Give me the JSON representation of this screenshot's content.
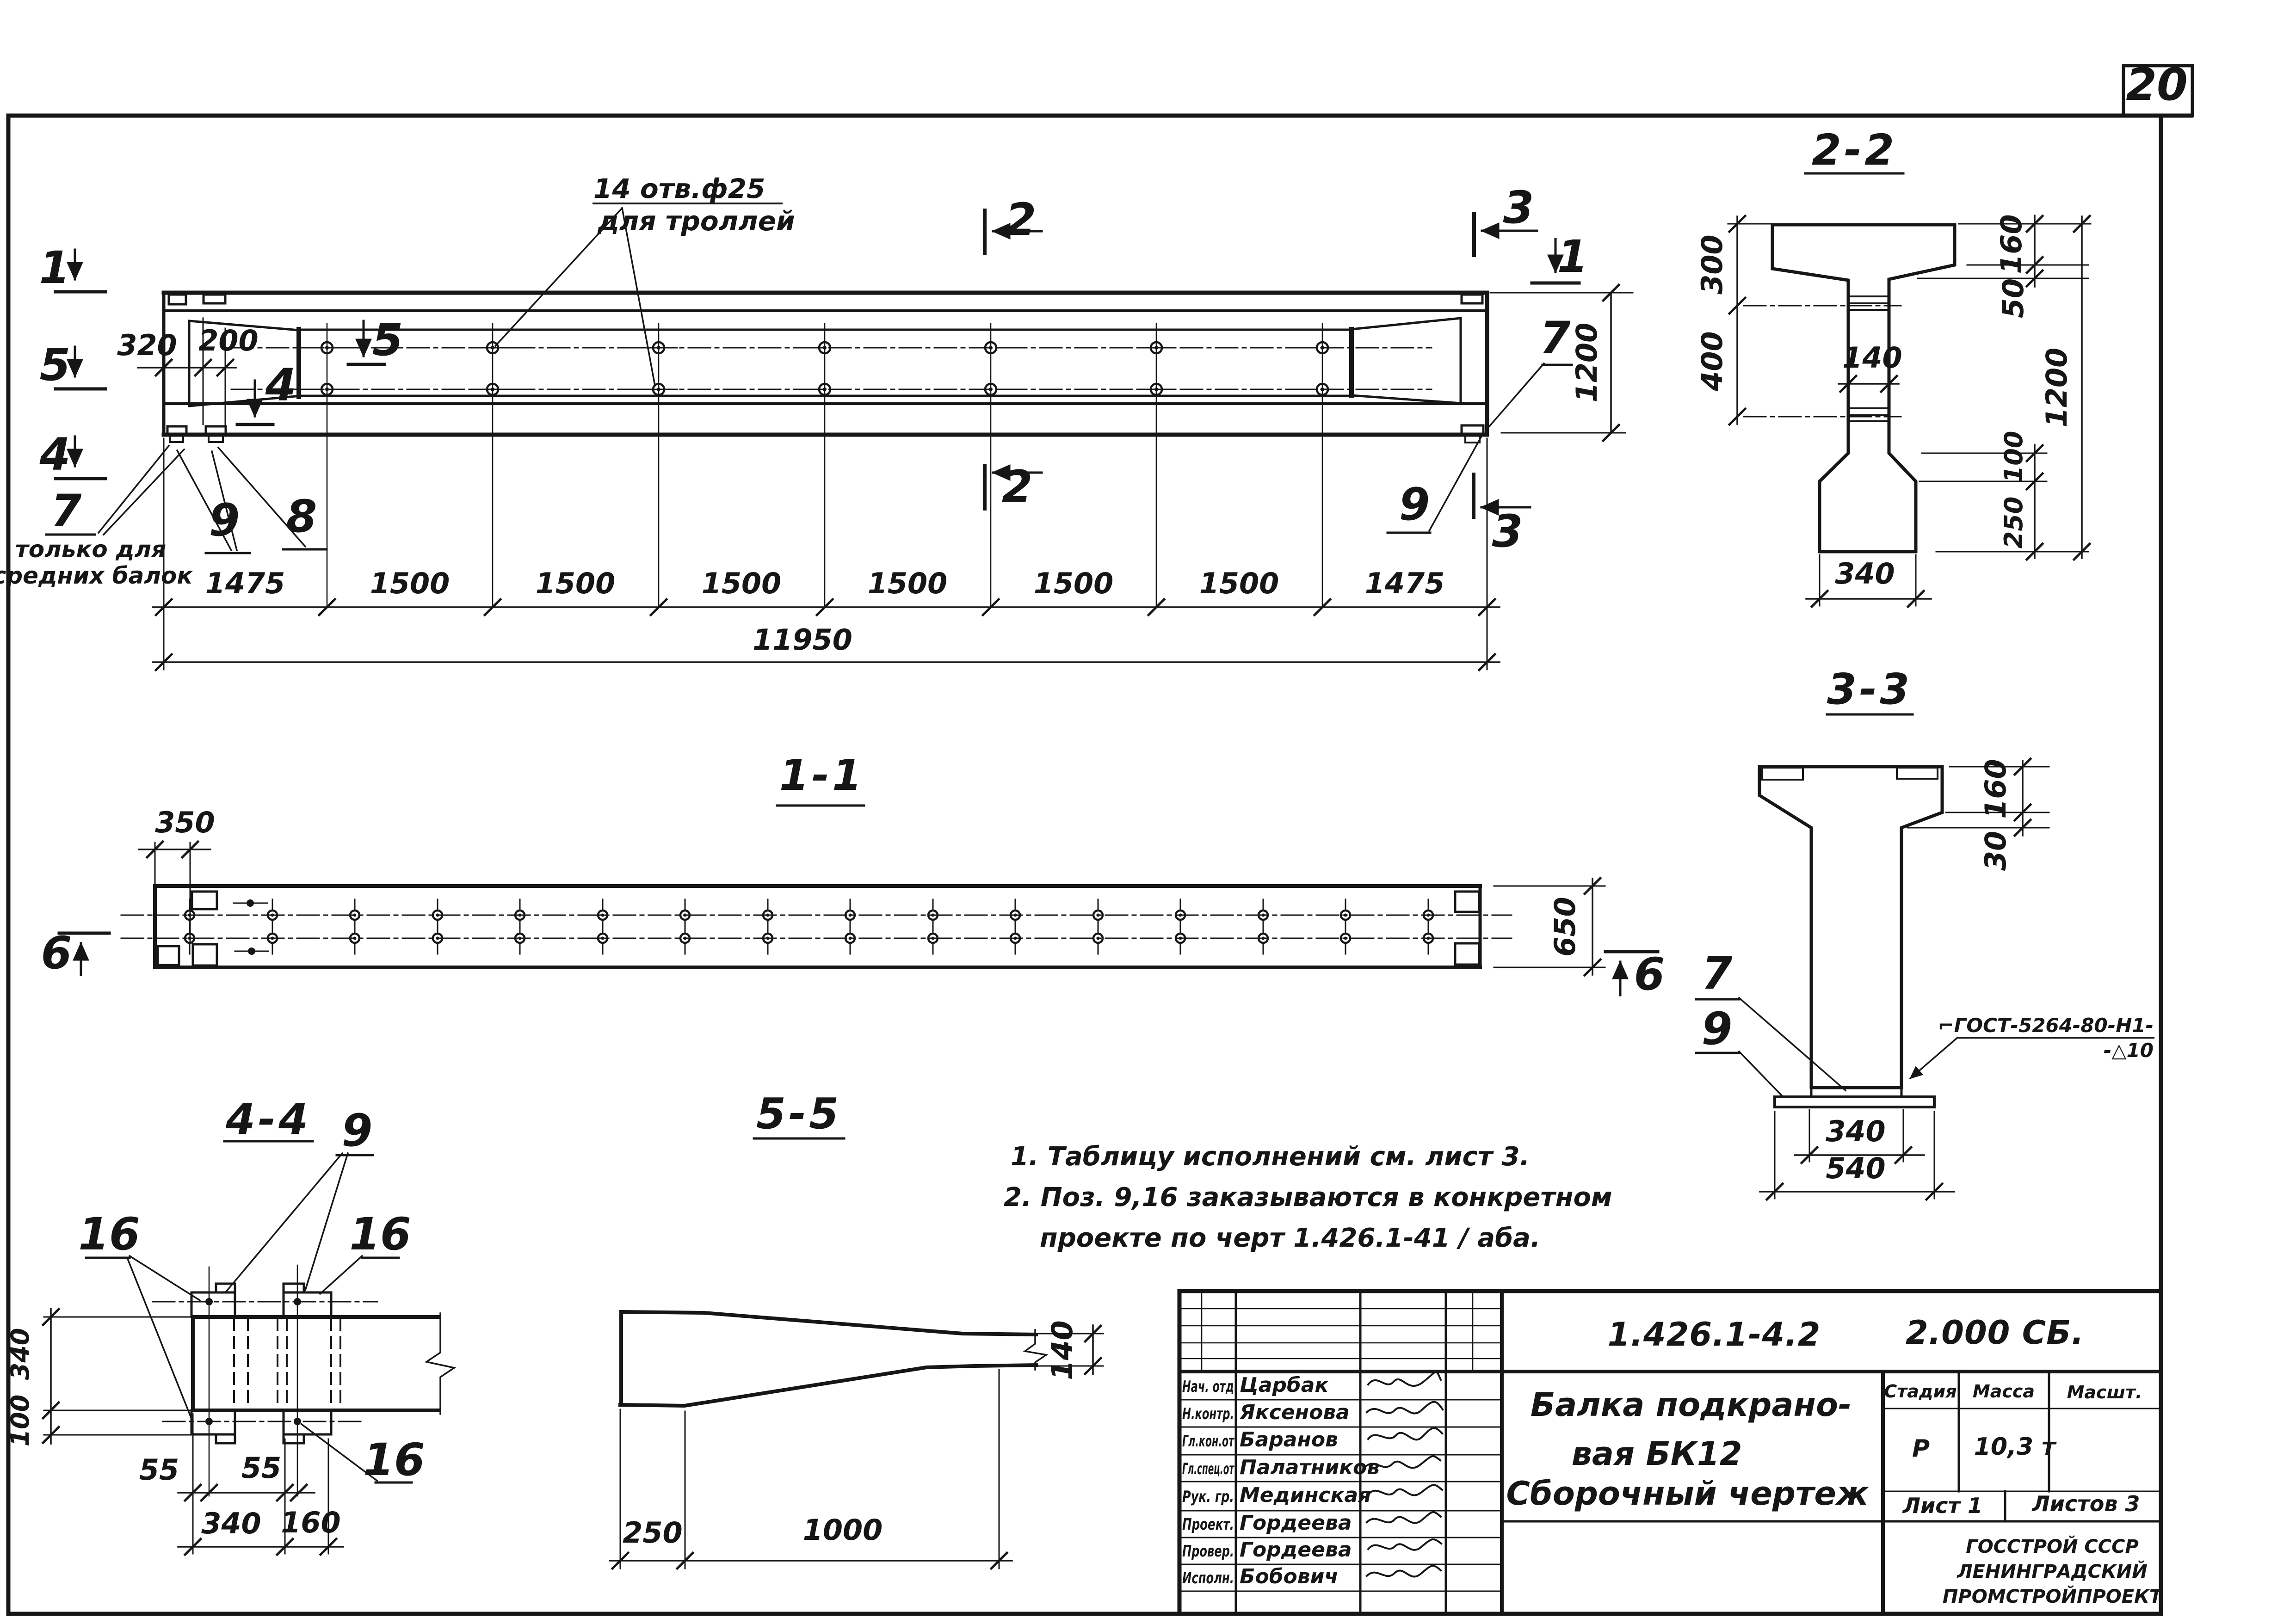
{
  "sheet": {
    "page_number": "20"
  },
  "elevation": {
    "holes_callout": {
      "line1": "14 отв.ф25",
      "line2": "для троллей"
    },
    "left_callout_7": {
      "num": "7",
      "note1": "только для",
      "note2": "средних балок"
    },
    "callout_9": "9",
    "callout_8": "8",
    "right_callout_7": "7",
    "right_callout_9": "9",
    "marks": {
      "left_1": "1",
      "left_5": "5",
      "left_4": "4",
      "inner_5": "5",
      "inner_4": "4",
      "top_2": "2",
      "bottom_2": "2",
      "top_3": "3",
      "bottom_3": "3",
      "right_1": "1"
    },
    "dims": {
      "d320": "320",
      "d200": "200",
      "spans": [
        "1475",
        "1500",
        "1500",
        "1500",
        "1500",
        "1500",
        "1500",
        "1475"
      ],
      "total": "11950",
      "height": "1200"
    }
  },
  "plan_1_1": {
    "title": "1-1",
    "dims": {
      "d350": "350",
      "d650": "650"
    },
    "marks": {
      "left_6": "6",
      "right_6": "6"
    }
  },
  "section_2_2": {
    "title": "2-2",
    "dims": {
      "d300": "300",
      "d400": "400",
      "d140": "140",
      "d160": "160",
      "d50": "50",
      "d100": "100",
      "d250": "250",
      "d1200": "1200",
      "d340": "340"
    }
  },
  "section_3_3": {
    "title": "3-3",
    "dims": {
      "d160": "160",
      "d30": "30",
      "d340": "340",
      "d540": "540"
    },
    "callout_7": "7",
    "callout_9": "9",
    "weld": {
      "line1": "⌐ГОСТ-5264-80-Н1-",
      "line2": "-△10"
    }
  },
  "section_4_4": {
    "title": "4-4",
    "callout_9": "9",
    "callout_16_left": "16",
    "callout_16_right": "16",
    "callout_16_bottom": "16",
    "dims": {
      "d340_side": "340",
      "d100": "100",
      "d55_a": "55",
      "d55_b": "55",
      "d340": "340",
      "d160": "160"
    }
  },
  "section_5_5": {
    "title": "5-5",
    "dims": {
      "d140": "140",
      "d250": "250",
      "d1000": "1000"
    }
  },
  "notes": {
    "n1": "1. Таблицу исполнений см. лист 3.",
    "n2": "2. Поз. 9,16 заказываются в конкретном",
    "n3": "проекте по черт 1.426.1-41 / аба."
  },
  "title_block": {
    "code": "1.426.1-4.2",
    "code2": "2.000 СБ.",
    "title1": "Балка подкрано-",
    "title2": "вая БК12",
    "title3": "Сборочный чертеж",
    "h_stage": "Стадия",
    "h_mass": "Масса",
    "h_scale": "Масшт.",
    "stage": "Р",
    "mass": "10,3 т",
    "sheet": "Лист 1",
    "sheets": "Листов 3",
    "org1": "ГОССТРОЙ СССР",
    "org2": "ЛЕНИНГРАДСКИЙ",
    "org3": "ПРОМСТРОЙПРОЕКТ",
    "roles": [
      {
        "role": "Нач. отд",
        "name": "Царбак"
      },
      {
        "role": "Н.контр.",
        "name": "Яксенова"
      },
      {
        "role": "Гл.кон.от",
        "name": "Баранов"
      },
      {
        "role": "Гл.спец.от",
        "name": "Палатников"
      },
      {
        "role": "Рук. гр.",
        "name": "Мединская"
      },
      {
        "role": "Проект.",
        "name": "Гордеева"
      },
      {
        "role": "Провер.",
        "name": "Гордеева"
      },
      {
        "role": "Исполн.",
        "name": "Бобович"
      }
    ]
  }
}
